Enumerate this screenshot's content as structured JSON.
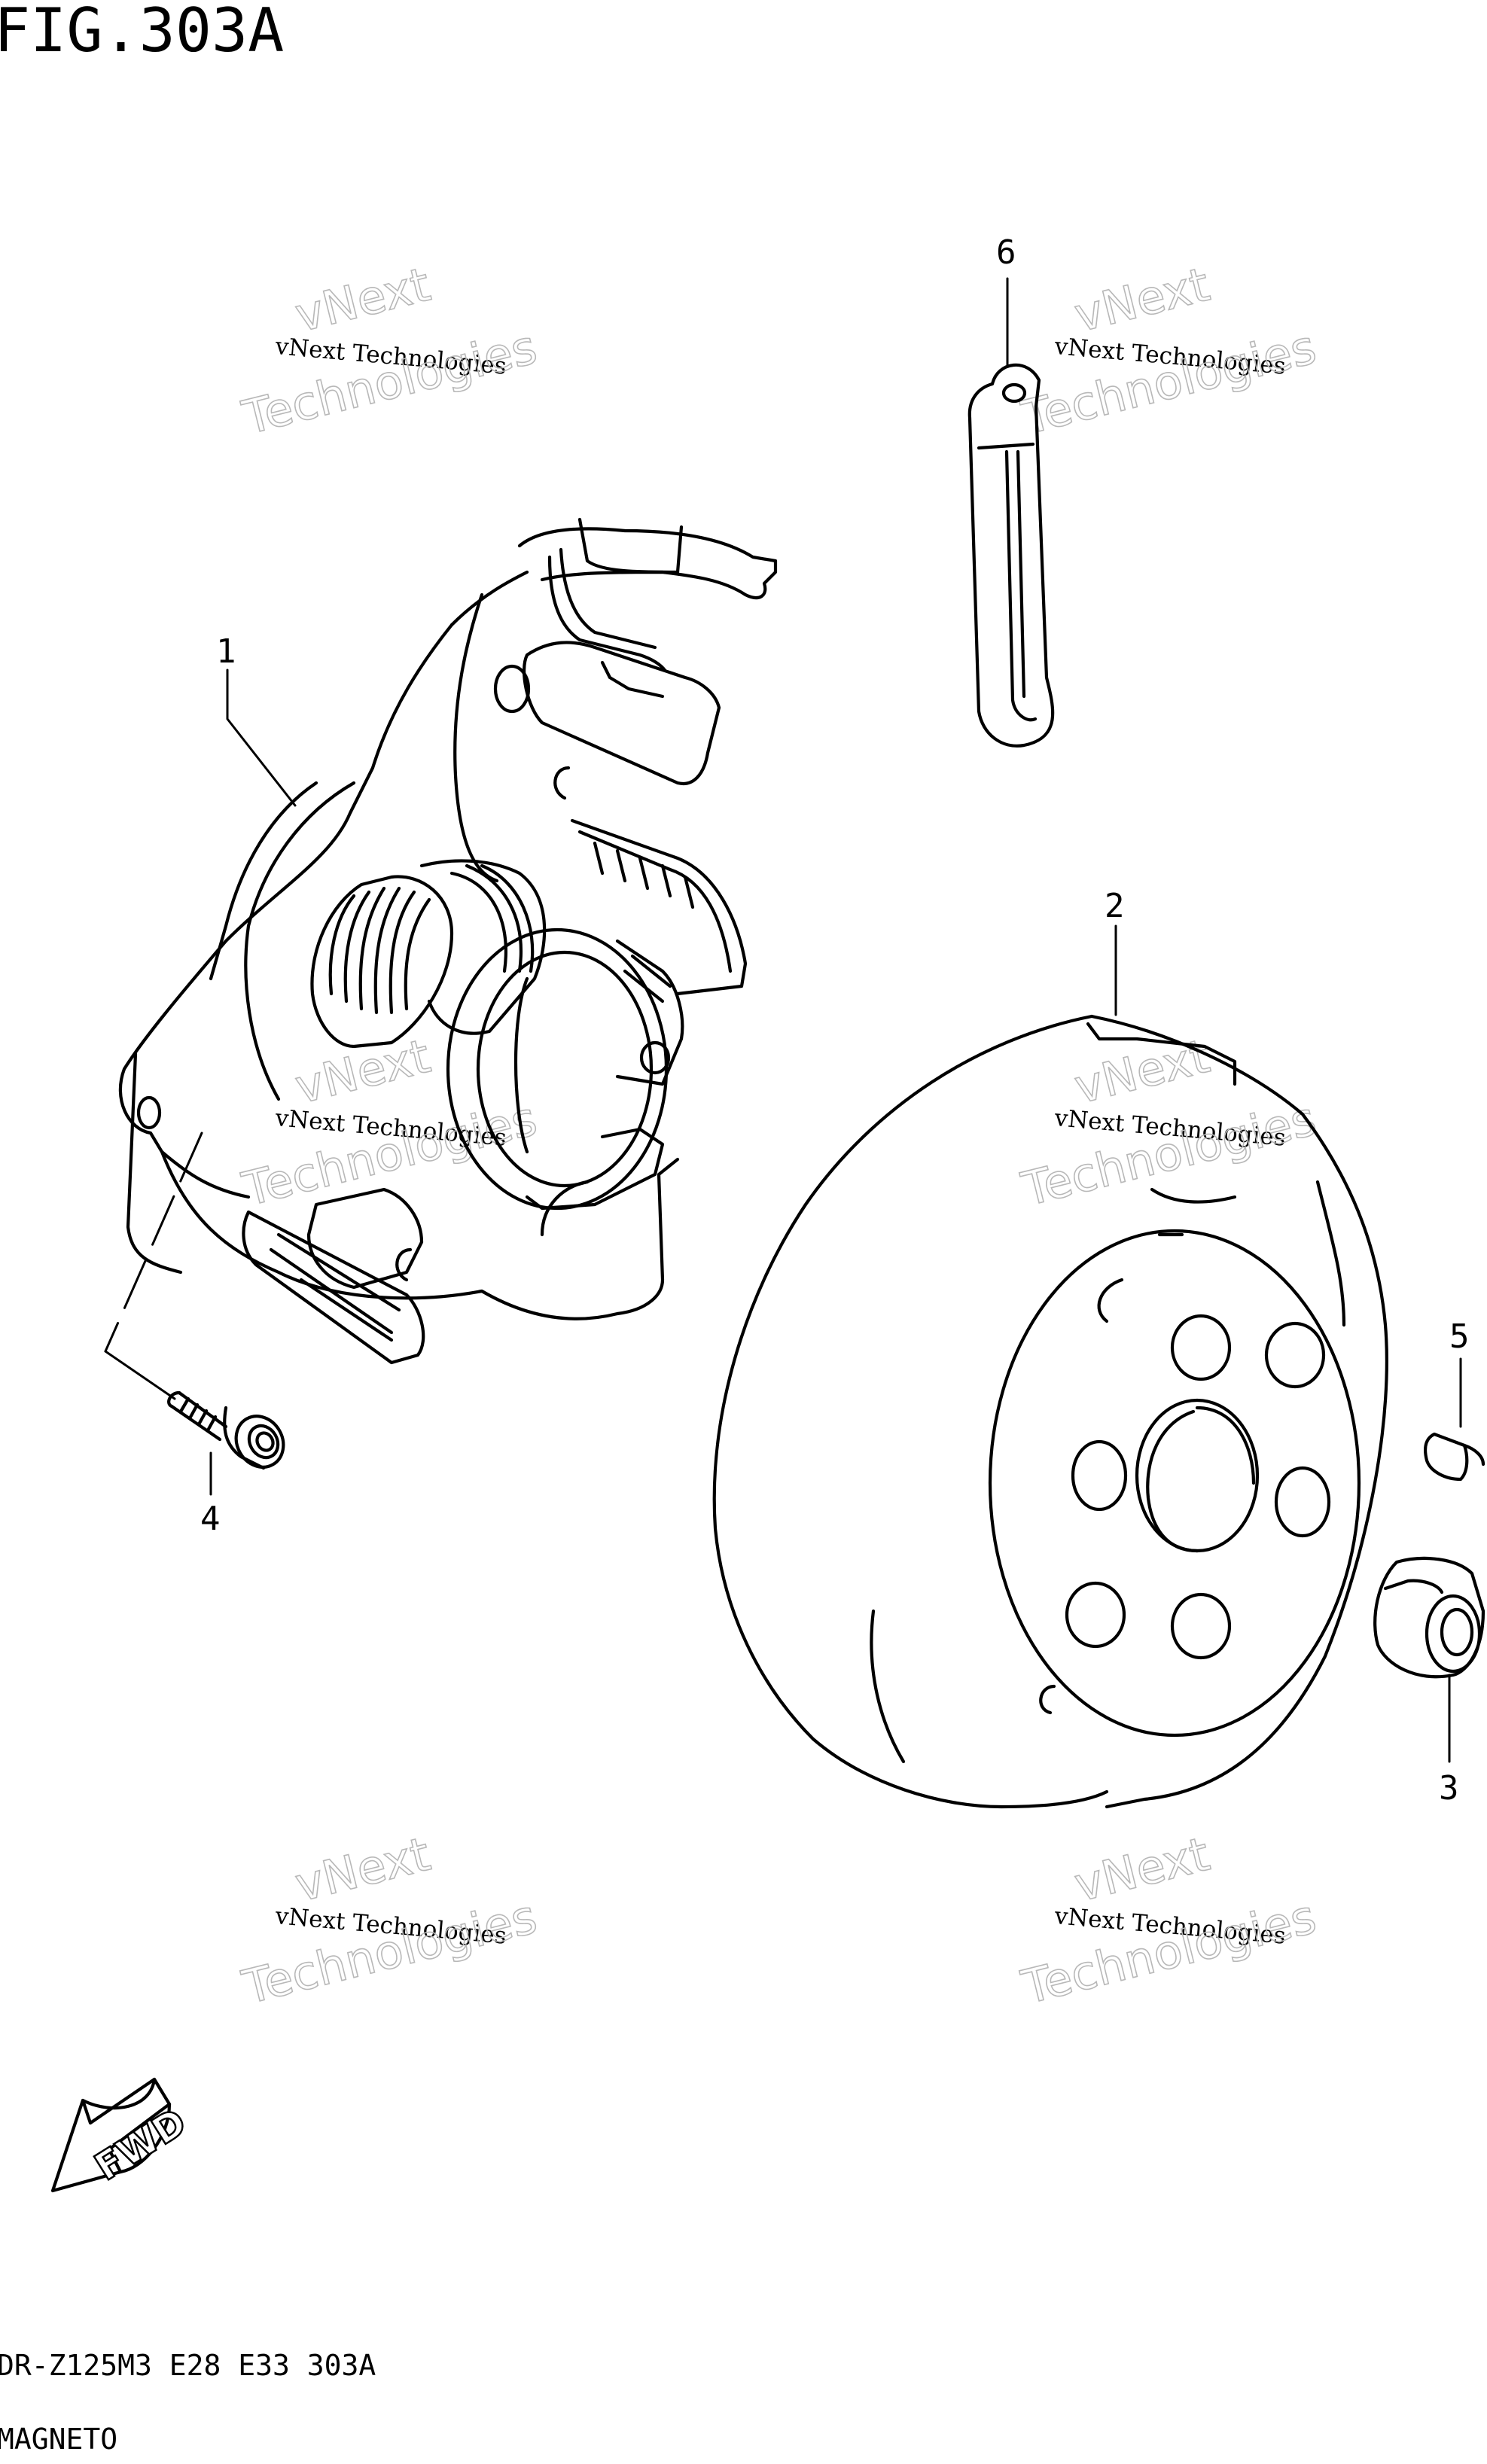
{
  "figure": {
    "title": "FIG.303A",
    "model_line": "DR-Z125M3 E28 E33 303A",
    "section_name": "MAGNETO"
  },
  "callouts": [
    {
      "id": "part-1",
      "label": "1"
    },
    {
      "id": "part-2",
      "label": "2"
    },
    {
      "id": "part-3",
      "label": "3"
    },
    {
      "id": "part-4",
      "label": "4"
    },
    {
      "id": "part-5",
      "label": "5"
    },
    {
      "id": "part-6",
      "label": "6"
    }
  ],
  "watermark": {
    "line_small": "vNext Technologies",
    "line_big_1": "vNext",
    "line_big_2": "Technologies"
  },
  "direction_arrow": {
    "label": "FWD"
  }
}
